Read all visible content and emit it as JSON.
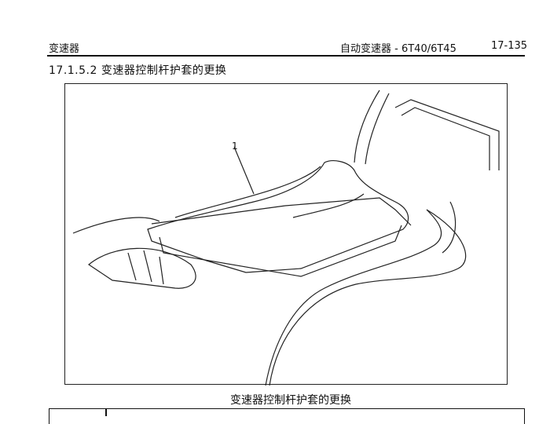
{
  "header": {
    "chapter": "变速器",
    "section": "自动变速器 - 6T40/6T45",
    "page": "17-135"
  },
  "section_title": "17.1.5.2 变速器控制杆护套的更换",
  "figure": {
    "callout": "1",
    "caption": "变速器控制杆护套的更换"
  }
}
